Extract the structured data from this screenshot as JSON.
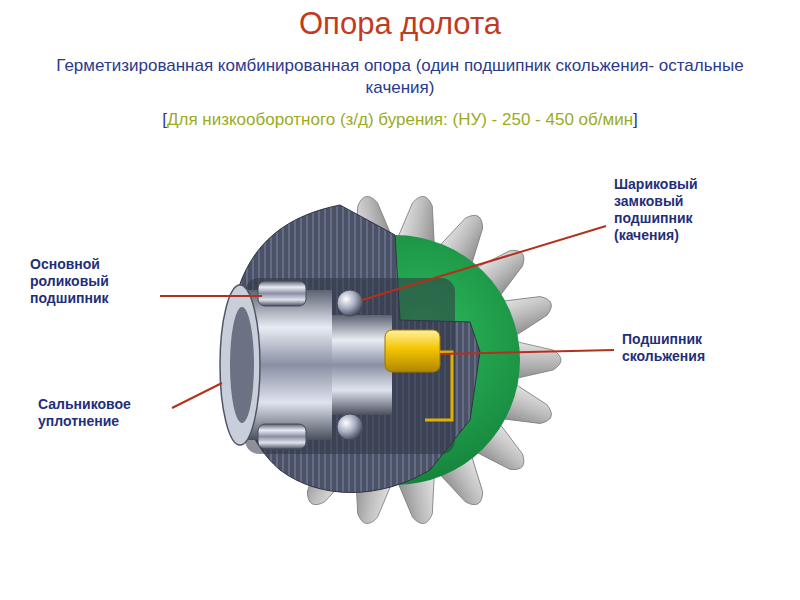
{
  "diagram": {
    "title": "Опора долота",
    "labels": [
      "Герметизированная комбинированная опора (один подшипник скольжения- остальные качения)",
      "[",
      "Для низкооборотного (з/д) бурения: (НУ) - 250 - 450 об/мин",
      "]",
      "Шариковый замковый подшипник (качения)",
      "Основной роликовый подшипник",
      "Подшипник скольжения",
      "Сальниковое уплотнение"
    ]
  }
}
